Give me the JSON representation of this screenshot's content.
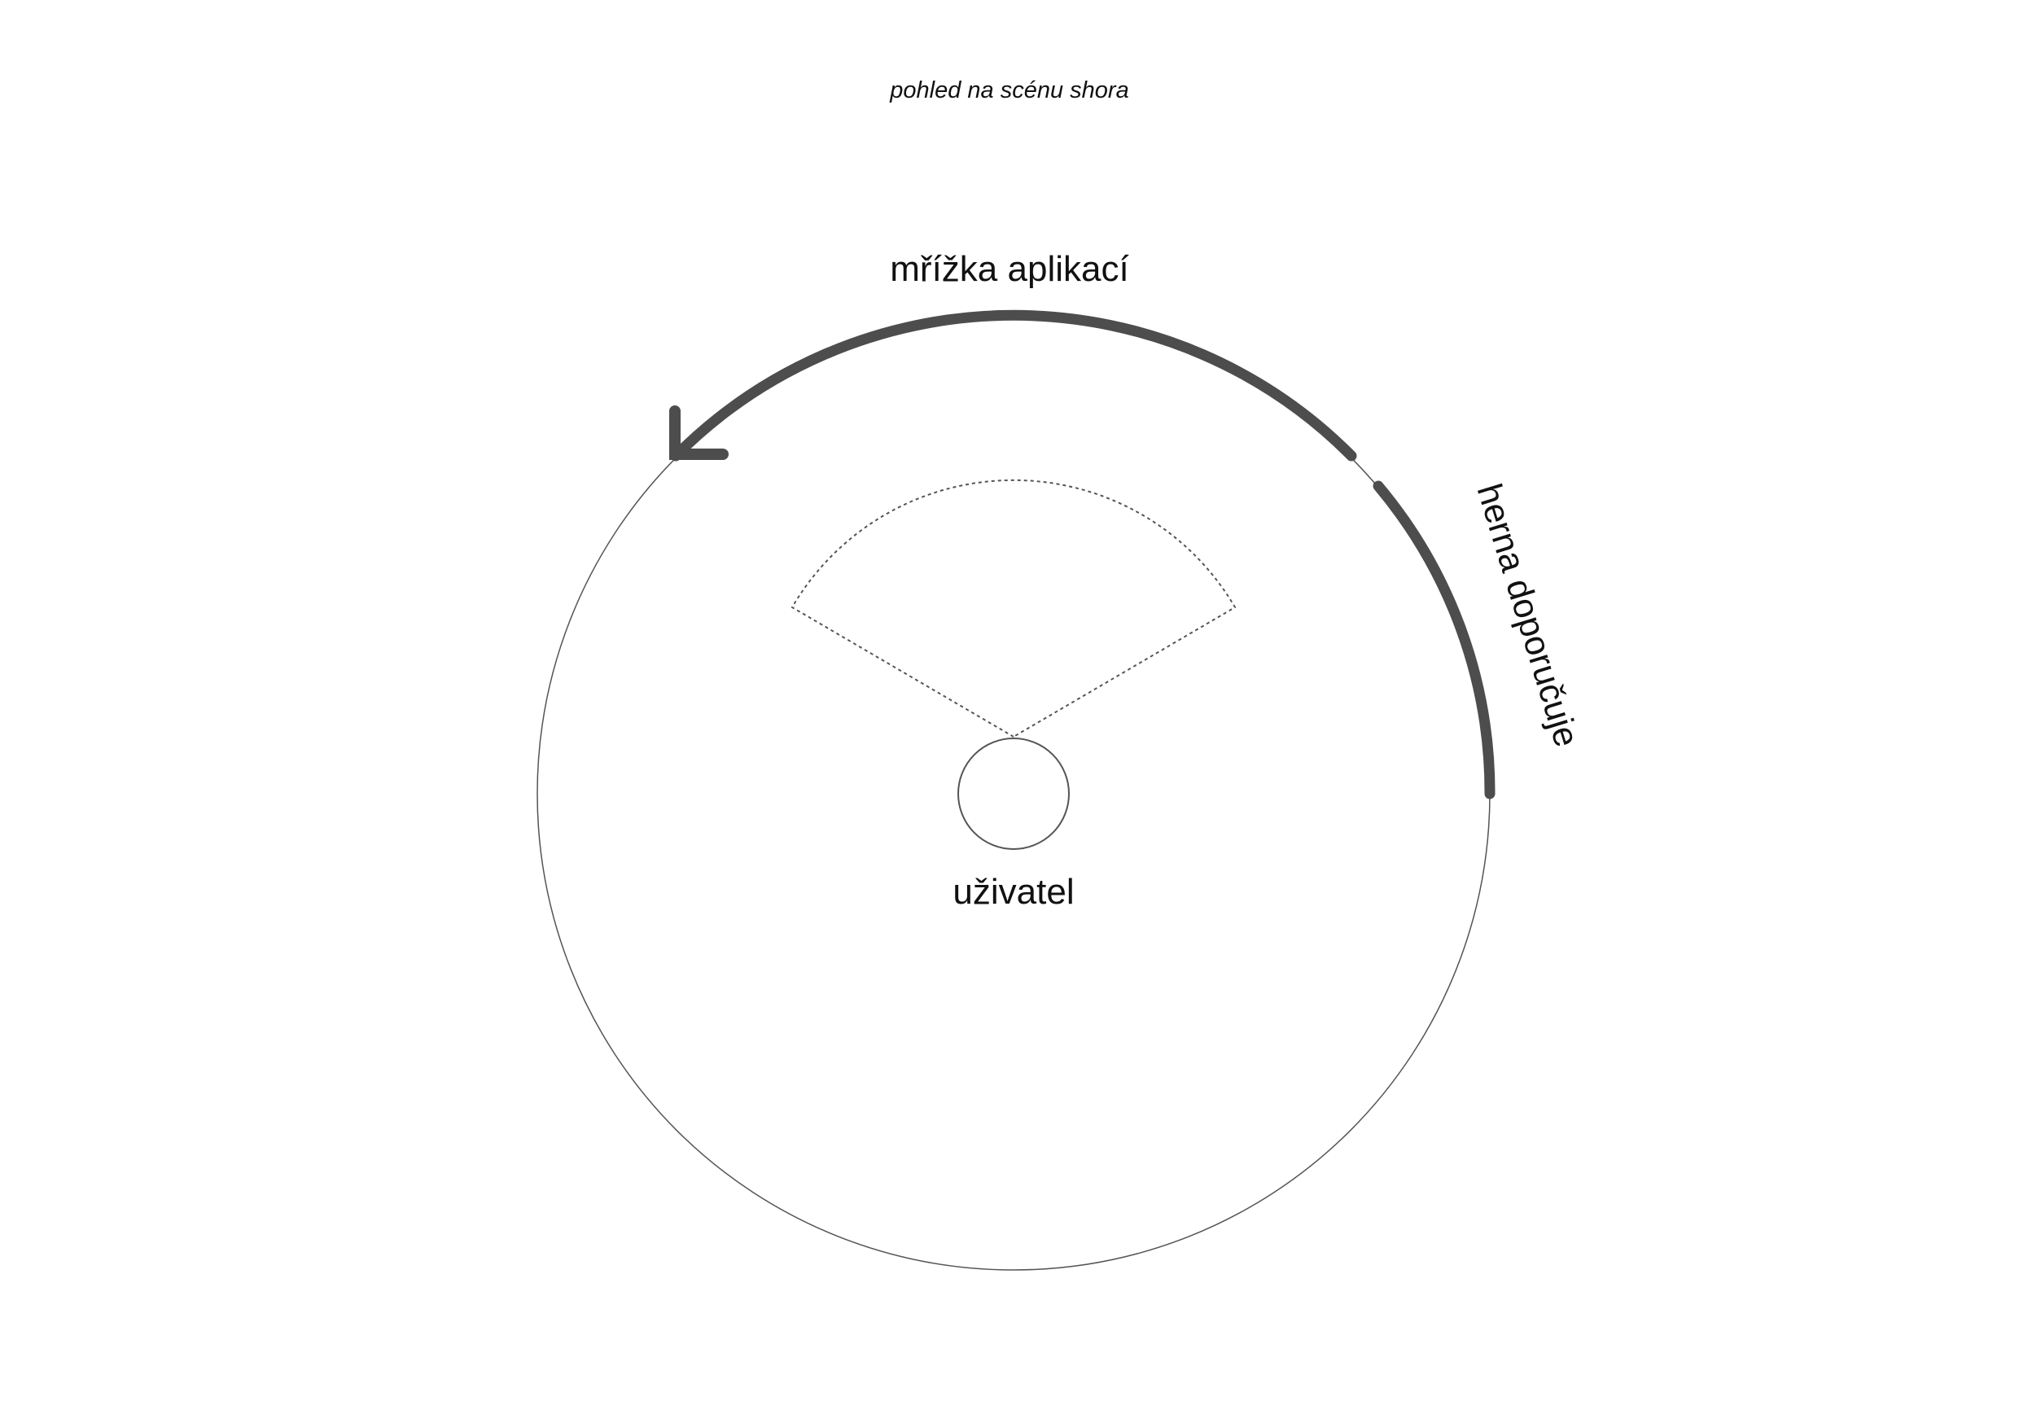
{
  "caption": "pohled na scénu shora",
  "arc_labels": {
    "app_grid": "mřížka aplikací",
    "recommended": "herna doporučuje"
  },
  "user_label": "uživatel",
  "colors": {
    "arc_stroke": "#4d4d4d",
    "outline": "#555555",
    "text": "#111111"
  }
}
